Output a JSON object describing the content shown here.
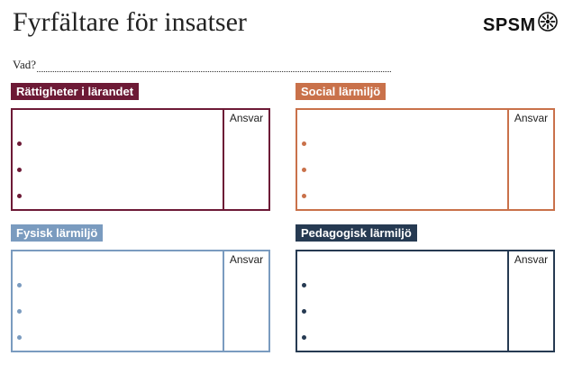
{
  "header": {
    "title": "Fyrfältare för insatser",
    "logo_text": "SPSM",
    "logo_icon": "sun-flower-icon"
  },
  "form": {
    "vad_label": "Vad?"
  },
  "quadrants": [
    {
      "label": "Rättigheter i lärandet",
      "ansvar_label": "Ansvar",
      "color": "#6d1a36",
      "bullet_count": 3
    },
    {
      "label": "Social lärmiljö",
      "ansvar_label": "Ansvar",
      "color": "#c9714a",
      "bullet_count": 3
    },
    {
      "label": "Fysisk lärmiljö",
      "ansvar_label": "Ansvar",
      "color": "#7a9bbf",
      "bullet_count": 3
    },
    {
      "label": "Pedagogisk lärmiljö",
      "ansvar_label": "Ansvar",
      "color": "#263a52",
      "bullet_count": 3
    }
  ]
}
